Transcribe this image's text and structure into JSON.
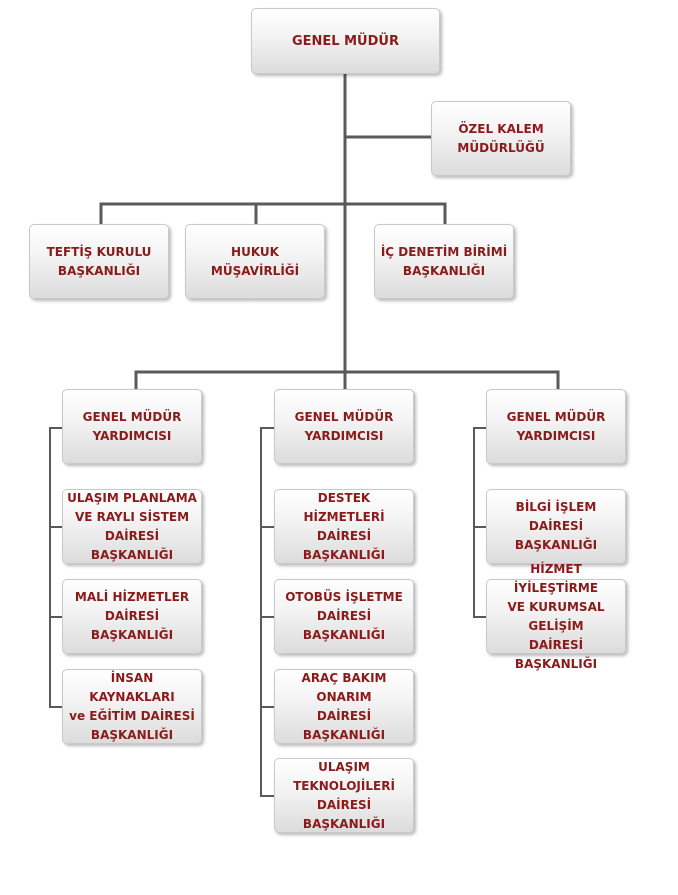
{
  "org_chart": {
    "general_manager": "GENEL MÜDÜR",
    "private_office": "ÖZEL KALEM\nMÜDÜRLÜĞÜ",
    "inspection": "TEFTİŞ KURULU\nBAŞKANLIĞI",
    "legal": "HUKUK MÜŞAVİRLİĞİ",
    "internal_audit": "İÇ DENETİM BİRİMİ\nBAŞKANLIĞI",
    "deputy_1": {
      "title": "GENEL MÜDÜR\nYARDIMCISI",
      "units": [
        "ULAŞIM PLANLAMA\nVE RAYLI SİSTEM\nDAİRESİ BAŞKANLIĞI",
        "MALİ HİZMETLER\nDAİRESİ BAŞKANLIĞI",
        "İNSAN KAYNAKLARI\nve EĞİTİM DAİRESİ\nBAŞKANLIĞI"
      ]
    },
    "deputy_2": {
      "title": "GENEL MÜDÜR\nYARDIMCISI",
      "units": [
        "DESTEK HİZMETLERİ\nDAİRESİ BAŞKANLIĞI",
        "OTOBÜS İŞLETME\nDAİRESİ BAŞKANLIĞI",
        "ARAÇ BAKIM ONARIM\nDAİRESİ BAŞKANLIĞI",
        "ULAŞIM TEKNOLOJİLERİ\nDAİRESİ BAŞKANLIĞI"
      ]
    },
    "deputy_3": {
      "title": "GENEL MÜDÜR\nYARDIMCISI",
      "units": [
        "BİLGİ İŞLEM DAİRESİ\nBAŞKANLIĞI",
        "HİZMET İYİLEŞTİRME\nVE KURUMSAL GELİŞİM\nDAİRESİ BAŞKANLIĞI"
      ]
    },
    "colors": {
      "text": "#8b1a1a",
      "connector": "#5a5a5a"
    }
  }
}
